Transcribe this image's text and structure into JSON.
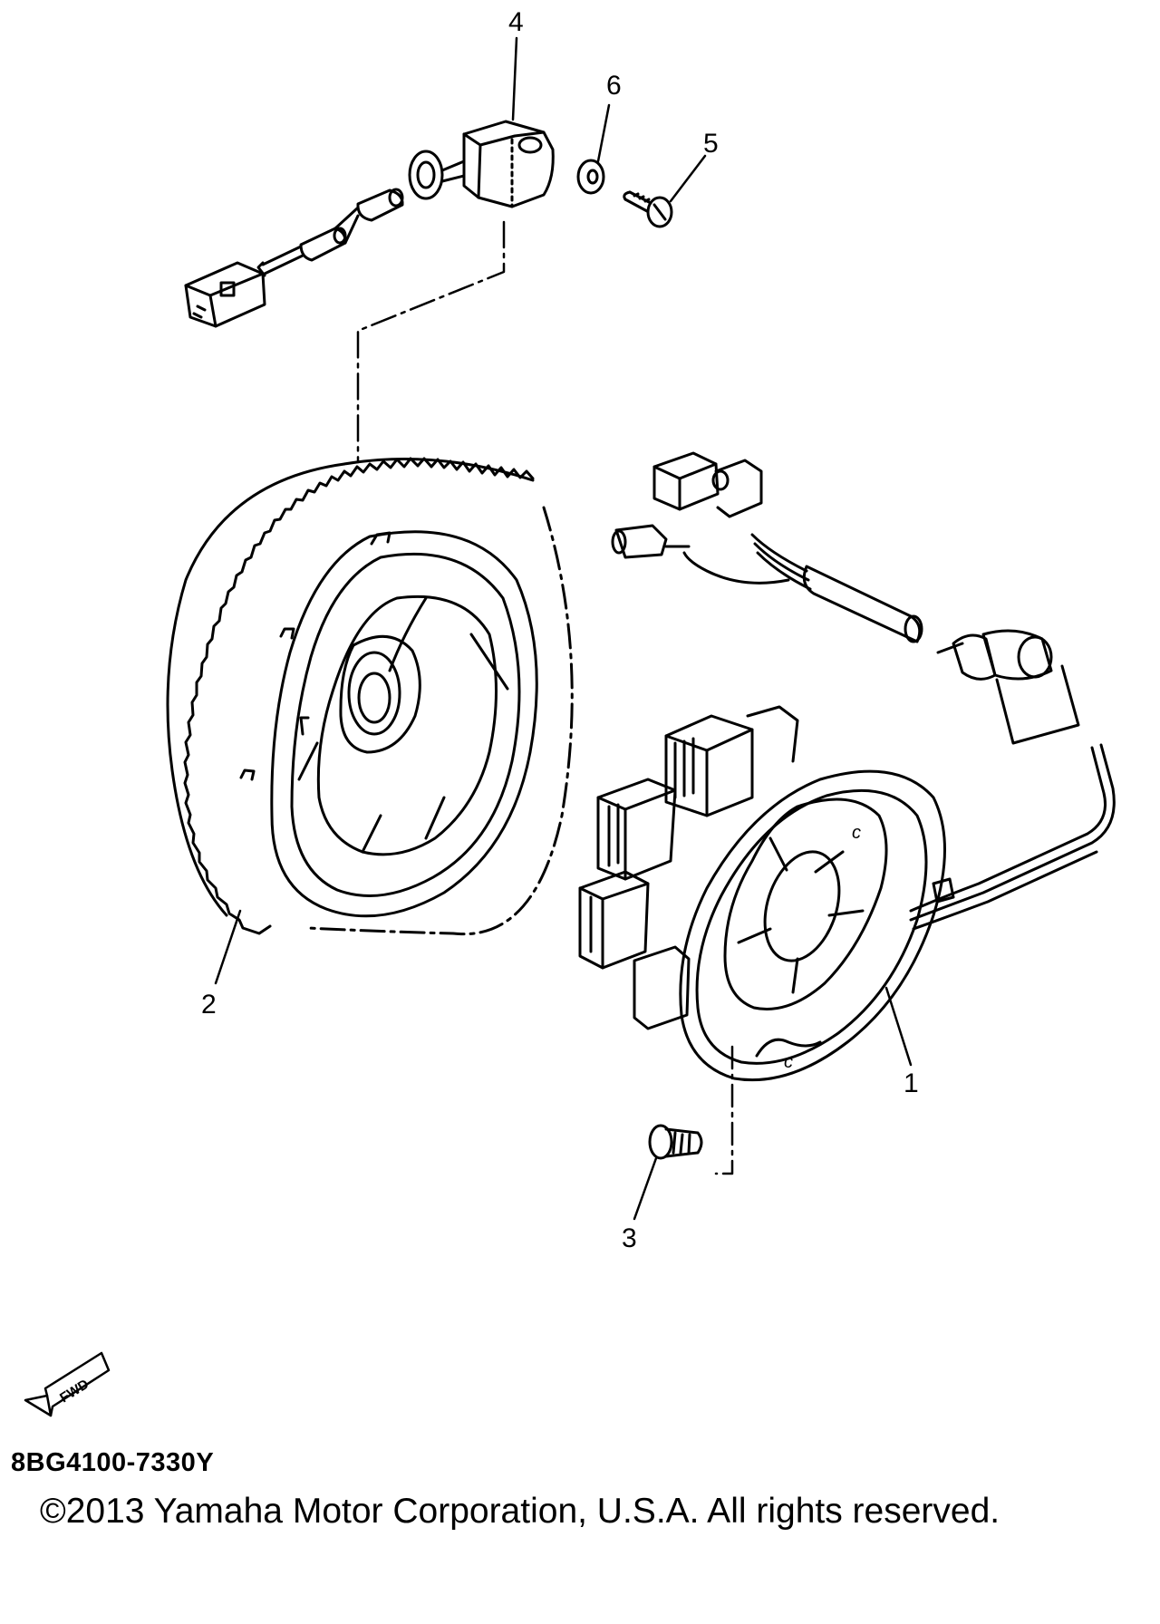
{
  "callouts": {
    "part_1": "1",
    "part_2": "2",
    "part_3": "3",
    "part_4": "4",
    "part_5": "5",
    "part_6": "6"
  },
  "fwd_label": "FWD",
  "diagram_code": "8BG4100-7330Y",
  "copyright": "©2013 Yamaha Motor Corporation, U.S.A. All rights reserved.",
  "colors": {
    "line": "#000000",
    "background": "#ffffff"
  }
}
